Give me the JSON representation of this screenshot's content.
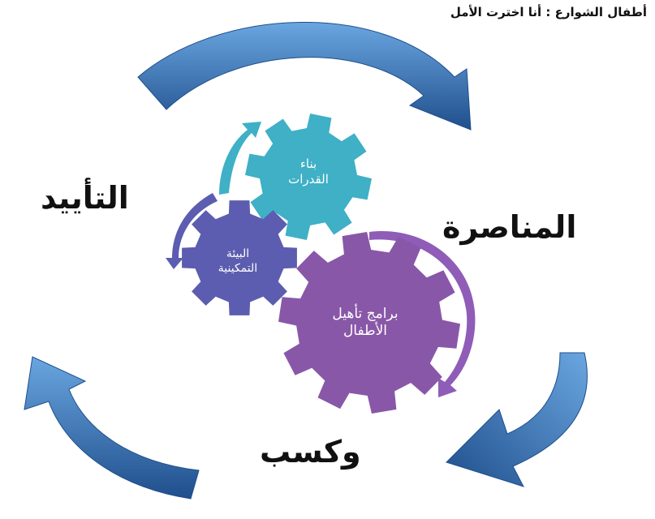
{
  "title": "أطفال الشوارع : أنا اخترت الأمل",
  "cycle_labels": {
    "advocacy": "التأييد",
    "support": "المناصرة",
    "gain": "وكسب"
  },
  "gears": {
    "capacity_building": {
      "line1": "بناء",
      "line2": "القدرات",
      "color": "#3fb0c6"
    },
    "enabling_environment": {
      "line1": "البيئة",
      "line2": "التمكينية",
      "color": "#5c5cb0"
    },
    "child_rehab": {
      "line1": "برامج تأهيل",
      "line2": "الأطفال",
      "color": "#8957a8"
    }
  },
  "colors": {
    "big_arrow": "#3f7fc4",
    "big_arrow_dark": "#1f4f8c"
  }
}
